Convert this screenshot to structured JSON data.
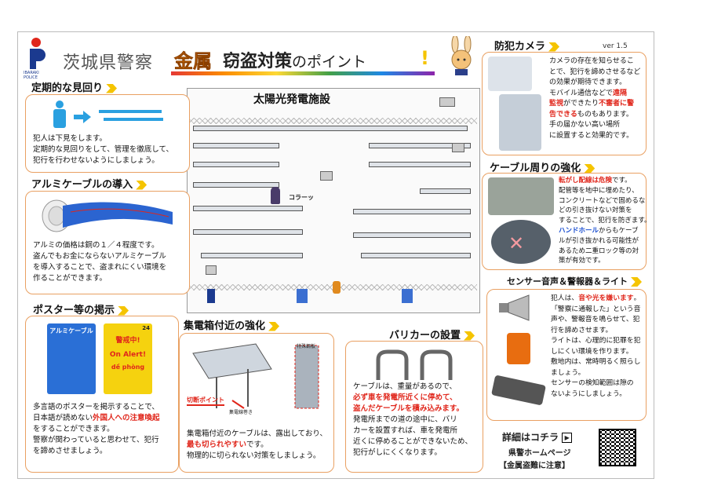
{
  "header": {
    "org": "茨城県警察",
    "title_kinzoku": "金属",
    "title_rest": "窃盗対策",
    "title_no": "のポイント",
    "logo_text": "IBARAKI POLICE",
    "version": "ver 1.5"
  },
  "facility": {
    "label": "太陽光発電施設",
    "corner_label": "コラーッ"
  },
  "patrol": {
    "title": "定期的な見回り",
    "lines": [
      "犯人は下見をします。",
      "定期的な見回りをして、管理を徹底して、",
      "犯行を行わせないようにしましょう。"
    ]
  },
  "aluminum": {
    "title": "アルミケーブルの導入",
    "lines": [
      "アルミの価格は銅の１／４程度です。",
      "盗んでもお金にならないアルミケーブル",
      "を導入することで、盗まれにくい環境を",
      "作ることができます。"
    ]
  },
  "poster": {
    "title": "ポスター等の掲示",
    "poster1_title": "アルミケーブル",
    "poster2_title1": "警戒中!",
    "poster2_title2": "On Alert!",
    "poster2_title3": "dề phòng",
    "poster2_badge": "24",
    "line1": "多言語のポスターを掲示することで、",
    "line2_a": "日本語が読めない",
    "line2_b": "外国人への注意喚起",
    "line3": "をすることができます。",
    "line4": "警察が関わっていると思わせて、犯行",
    "line5": "を諦めさせましょう。"
  },
  "junction": {
    "title": "集電箱付近の強化",
    "cut_label": "切断ポイント",
    "wrap_label": "集電線巻き",
    "box_label": "特殊鋼板",
    "line1": "集電箱付近のケーブルは、露出しており、",
    "line2_a": "最も切られやすい",
    "line2_b": "です。",
    "line3": "物理的に切られない対策をしましょう。"
  },
  "barricade": {
    "title": "バリカーの設置",
    "line1": "ケーブルは、重量があるので、",
    "line2": "必ず車を発電所近くに停めて、",
    "line3": "盗んだケーブルを積み込みます。",
    "line4": "発電所までの道の途中に、バリ",
    "line5": "カーを設置すれば、車を発電所",
    "line6": "近くに停めることができないため、",
    "line7": "犯行がしにくくなります。"
  },
  "camera": {
    "title": "防犯カメラ",
    "line1": "カメラの存在を知らせるこ",
    "line2": "とで、犯行を諦めさせるなど",
    "line3": "の効果が期待できます。",
    "line4_a": "モバイル通信などで",
    "line4_b": "遠隔",
    "line5_a": "監視",
    "line5_b": "ができたり",
    "line5_c": "不審者に警",
    "line6_a": "告できる",
    "line6_b": "ものもあります。",
    "line7": "手の届かない高い場所",
    "line8": "に設置すると効果的です。"
  },
  "cable": {
    "title": "ケーブル周りの強化",
    "line1_a": "転がし配線は危険",
    "line1_b": "です。",
    "line2": "配管等を地中に埋めたり、",
    "line3": "コンクリートなどで固めるな",
    "line4": "どの引き抜けない対策を",
    "line5": "することで、犯行を防ぎます。",
    "line6_a": "ハンドホール",
    "line6_b": "からもケーブ",
    "line7": "ルが引き抜かれる可能性が",
    "line8": "あるため二重ロック等の対",
    "line9": "策が有効です。"
  },
  "sensor": {
    "title": "センサー音声＆警報器＆ライト",
    "line1_a": "犯人は、",
    "line1_b": "音や光を嫌います",
    "line1_c": "。",
    "line2": "「警察に通報した」という音",
    "line3": "声や、警報音を鳴らせて、犯",
    "line4": "行を諦めさせます。",
    "line5": "ライトは、心理的に犯罪を犯",
    "line6": "しにくい環境を作ります。",
    "line7": "敷地内は、常時明るく照らし",
    "line8": "ましょう。",
    "line9": "センサーの検知範囲は隙の",
    "line10": "ないようにしましょう。"
  },
  "footer": {
    "detail": "詳細はコチラ",
    "homepage": "県警ホームページ",
    "notice": "【金属盗難に注意】"
  },
  "colors": {
    "accent_orange": "#e9a062",
    "alert_red": "#e0261b",
    "note_blue": "#1b4fd1",
    "chevron_yellow": "#f5c400"
  }
}
